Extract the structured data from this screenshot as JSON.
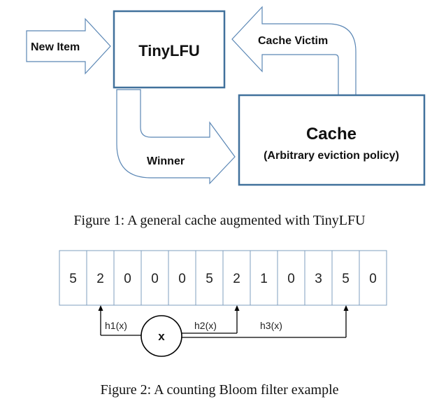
{
  "figure1": {
    "boxes": {
      "tinylfu": "TinyLFU",
      "cache_title": "Cache",
      "cache_subtitle": "(Arbitrary eviction policy)"
    },
    "arrows": {
      "new_item": "New Item",
      "cache_victim": "Cache Victim",
      "winner": "Winner"
    },
    "caption": "Figure 1: A general cache augmented with TinyLFU",
    "colors": {
      "box_border": "#41719c",
      "arrow_border": "#5b87b5"
    }
  },
  "figure2": {
    "cells": [
      "5",
      "2",
      "0",
      "0",
      "0",
      "5",
      "2",
      "1",
      "0",
      "3",
      "5",
      "0"
    ],
    "element": "x",
    "hashes": [
      {
        "label": "h1(x)",
        "target_index": 1
      },
      {
        "label": "h2(x)",
        "target_index": 6
      },
      {
        "label": "h3(x)",
        "target_index": 10
      }
    ],
    "caption": "Figure 2: A counting Bloom filter example",
    "colors": {
      "cell_border": "#7f9fbf"
    }
  }
}
